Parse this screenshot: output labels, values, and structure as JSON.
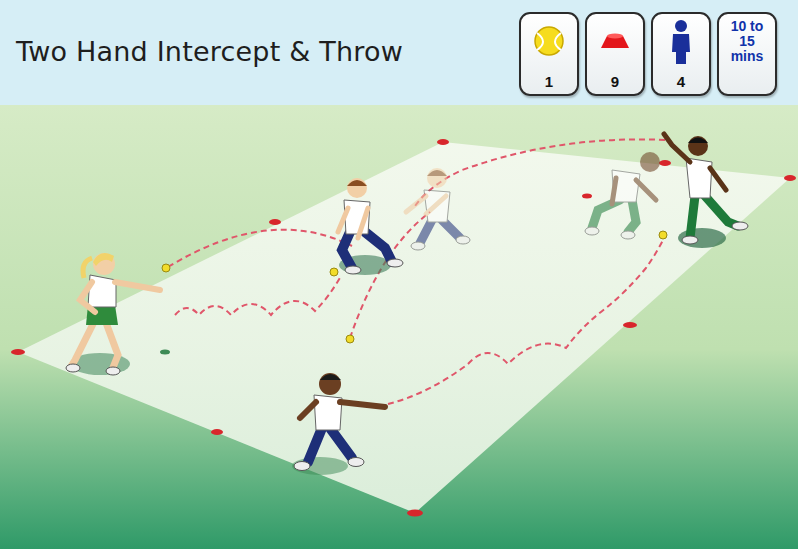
{
  "diagram": {
    "title": "Two Hand Intercept & Throw",
    "nodes": [
      {
        "text": [
          "1"
        ]
      },
      {
        "text": [
          "9"
        ]
      },
      {
        "text": [
          "4"
        ]
      },
      {
        "text": [
          "10 to 15 mins"
        ]
      }
    ]
  }
}
